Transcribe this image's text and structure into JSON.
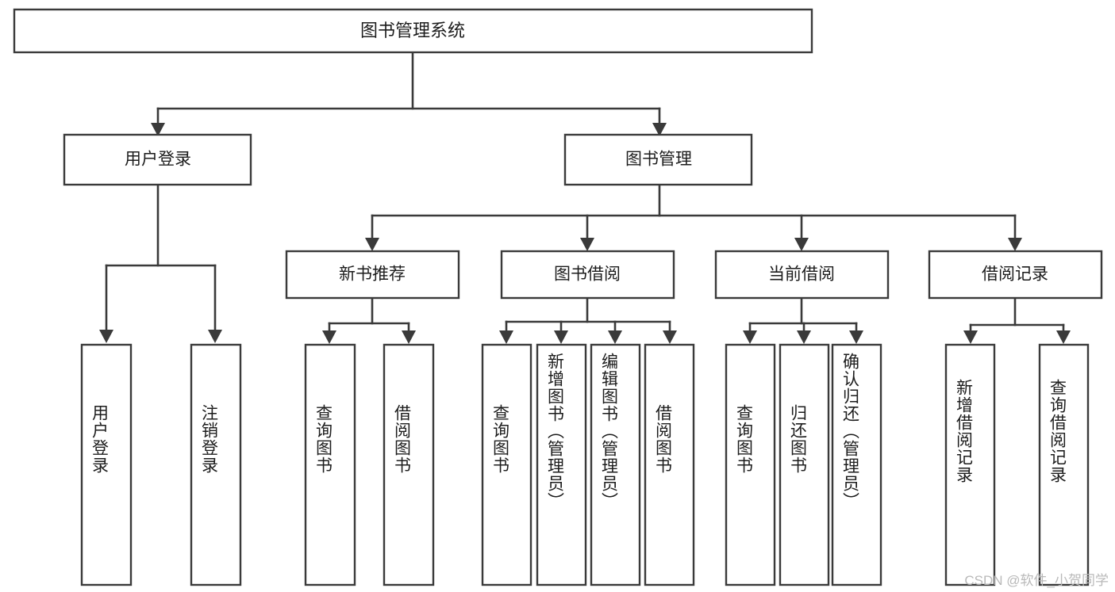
{
  "diagram": {
    "title": "图书管理系统",
    "type": "tree-hierarchy-diagram",
    "colors": {
      "stroke": "#3a3a3a",
      "box_fill": "#ffffff",
      "text": "#1c1c1c",
      "background": "#ffffff",
      "watermark": "#b9b9b9"
    },
    "root": {
      "label": "图书管理系统"
    },
    "level2": [
      {
        "label": "用户登录"
      },
      {
        "label": "图书管理"
      }
    ],
    "level3": [
      {
        "label": "新书推荐"
      },
      {
        "label": "图书借阅"
      },
      {
        "label": "当前借阅"
      },
      {
        "label": "借阅记录"
      }
    ],
    "leaves": {
      "user_login": [
        {
          "label": "用户登录"
        },
        {
          "label": "注销登录"
        }
      ],
      "new_book_recommend": [
        {
          "label": "查询图书"
        },
        {
          "label": "借阅图书"
        }
      ],
      "book_borrow": [
        {
          "label": "查询图书"
        },
        {
          "label": "新增图书（管理员）"
        },
        {
          "label": "编辑图书（管理员）"
        },
        {
          "label": "借阅图书"
        }
      ],
      "current_borrow": [
        {
          "label": "查询图书"
        },
        {
          "label": "归还图书"
        },
        {
          "label": "确认归还（管理员）"
        }
      ],
      "borrow_record": [
        {
          "label": "新增借阅记录"
        },
        {
          "label": "查询借阅记录"
        }
      ]
    },
    "watermark": "CSDN @软件_小贺同学"
  }
}
